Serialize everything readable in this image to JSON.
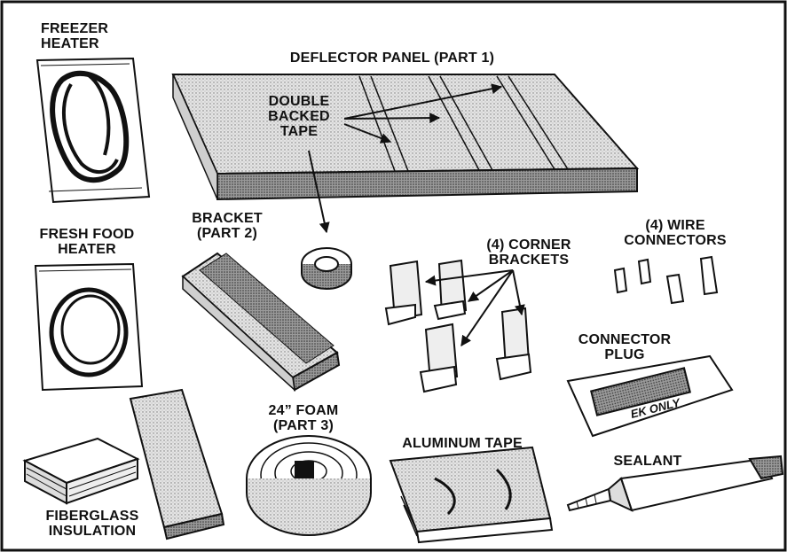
{
  "labels": {
    "freezer_heater": [
      "FREEZER",
      "HEATER"
    ],
    "deflector_panel": "DEFLECTOR PANEL (PART 1)",
    "double_backed_tape": [
      "DOUBLE",
      "BACKED",
      "TAPE"
    ],
    "fresh_food_heater": [
      "FRESH FOOD",
      "HEATER"
    ],
    "bracket": [
      "BRACKET",
      "(PART 2)"
    ],
    "corner_brackets": [
      "(4) CORNER",
      "BRACKETS"
    ],
    "wire_connectors": [
      "(4) WIRE",
      "CONNECTORS"
    ],
    "connector_plug": [
      "CONNECTOR",
      "PLUG"
    ],
    "foam": [
      "24” FOAM",
      "(PART 3)"
    ],
    "aluminum_tape": "ALUMINUM TAPE",
    "sealant": "SEALANT",
    "fiberglass_insulation": [
      "FIBERGLASS",
      "INSULATION"
    ],
    "plug_bag_text": "EK ONLY"
  },
  "colors": {
    "ink": "#111111",
    "paper": "#ffffff",
    "shade": "#bdbdbd"
  }
}
